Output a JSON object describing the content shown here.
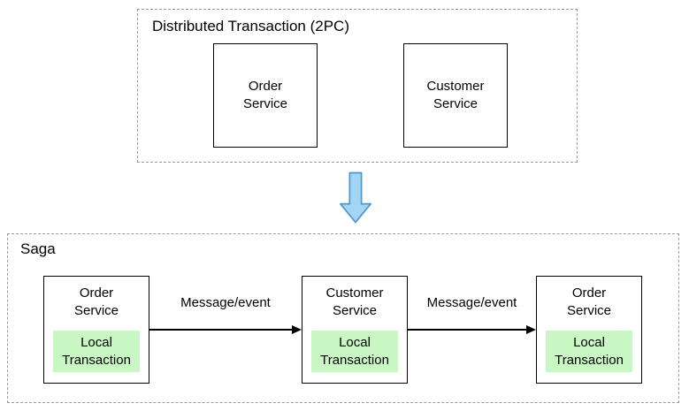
{
  "two_pc": {
    "title": "Distributed Transaction (2PC)",
    "services": [
      {
        "name": "Order\nService"
      },
      {
        "name": "Customer\nService"
      }
    ]
  },
  "saga": {
    "title": "Saga",
    "nodes": [
      {
        "service": "Order\nService",
        "local_transaction": "Local\nTransaction"
      },
      {
        "service": "Customer\nService",
        "local_transaction": "Local\nTransaction"
      },
      {
        "service": "Order\nService",
        "local_transaction": "Local\nTransaction"
      }
    ],
    "edges": [
      {
        "label": "Message/event"
      },
      {
        "label": "Message/event"
      }
    ]
  },
  "colors": {
    "local-transaction-fill": "#c8f7c4",
    "down-arrow-fill": "#a3d6f2",
    "down-arrow-stroke": "#4f97cf",
    "box-border": "#000000",
    "group-border": "#9a9a9a"
  }
}
